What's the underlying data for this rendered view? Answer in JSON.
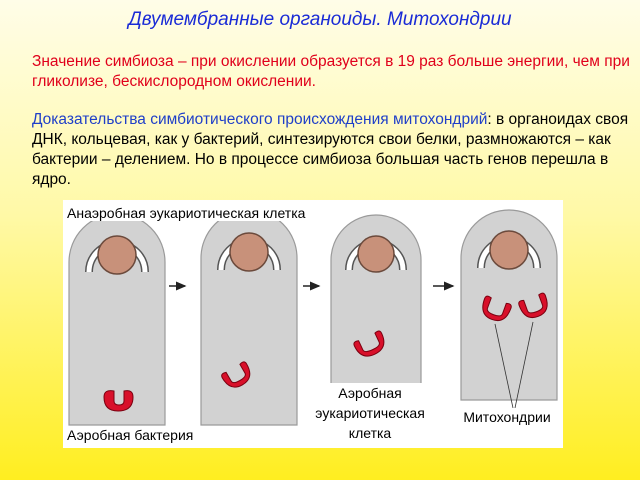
{
  "title": "Двумембранные органоиды. Митохондрии",
  "paragraph1": "Значение симбиоза – при окислении образуется в 19 раз больше энергии, чем при гликолизе, бескислородном окислении.",
  "paragraph2": {
    "highlight": "Доказательства симбиотического происхождения митохондрий",
    "rest": ": в органоидах своя ДНК, кольцевая, как у бактерий, синтезируются свои белки, размножаются – как бактерии – делением. Но в процессе симбиоза большая часть генов перешла в ядро."
  },
  "figure": {
    "label_anaerobic_cell": "Анаэробная эукариотическая клетка",
    "label_aerobic_cell": [
      "Аэробная",
      "эукариотическая",
      "клетка"
    ],
    "label_mitochondria": "Митохондрии",
    "label_aerobic_bacterium": "Аэробная бактерия"
  },
  "colors": {
    "title": "#1a2bd6",
    "paragraph1": "#e0001b",
    "highlight": "#1f3fc8",
    "cell": "#d2d2d2",
    "nucleus": "#c8917a",
    "mitochondria": "#d8102a"
  }
}
